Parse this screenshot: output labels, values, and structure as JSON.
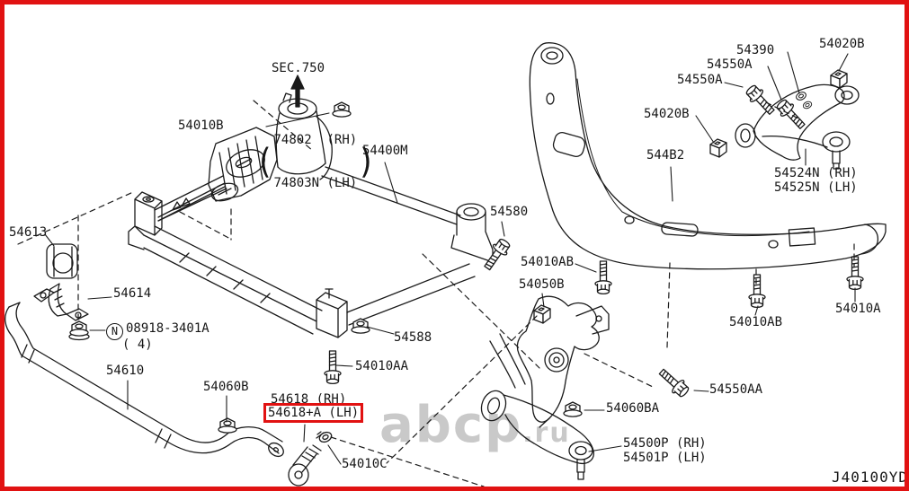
{
  "colors": {
    "highlight_red": "#e11212",
    "border_red": "#e11212",
    "line_art": "#1a1a1a",
    "watermark_gray": "#c9c9c9"
  },
  "diagram": {
    "drawing_code": "J40100YD",
    "highlighted_part": "54618+A (LH)",
    "sec_ref": {
      "title": "SEC.750",
      "line_rh": "74802  (RH)",
      "line_lh": "74803N (LH)"
    },
    "watermark": {
      "main": "abcp",
      "suffix": ".ru"
    },
    "labels": {
      "p54010b": "54010B",
      "p54400m": "54400M",
      "p54580": "54580",
      "p54613": "54613",
      "p54614": "54614",
      "nut_prefix": "N",
      "nut_std": "08918-3401A",
      "nut_qty": "( 4)",
      "p54610": "54610",
      "p54060b": "54060B",
      "p54618_rh": "54618 (RH)",
      "p54618_lh": "54618+A (LH)",
      "p54010c": "54010C",
      "p54010aa": "54010AA",
      "p54588": "54588",
      "p54010ab_left": "54010AB",
      "p54050b": "54050B",
      "p544b2": "544B2",
      "p54020b_left": "54020B",
      "p54020b_top": "54020B",
      "p54550a_upper": "54550A",
      "p54550a_lower": "54550A",
      "p54390": "54390",
      "p54524n": "54524N (RH)",
      "p54525n": "54525N (LH)",
      "p54010ab_right": "54010AB",
      "p54010a": "54010A",
      "p54550aa": "54550AA",
      "p54060ba": "54060BA",
      "p54500p": "54500P (RH)",
      "p54501p": "54501P (LH)"
    }
  }
}
